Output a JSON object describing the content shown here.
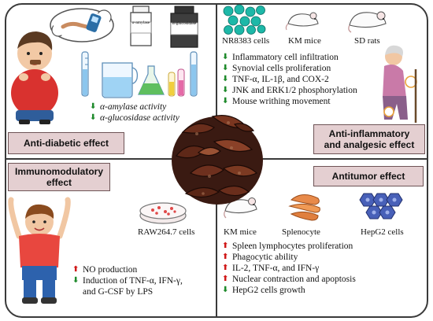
{
  "colors": {
    "up_arrow": "#d01818",
    "down_arrow": "#1e8a2b",
    "title_fill": "#e4cfd1",
    "border": "#3a3a3a"
  },
  "arrows": {
    "up": "⬆",
    "down": "⬇"
  },
  "top_left": {
    "bottle1_label": "α-amylase",
    "bottle2_label": "α-glucosidase",
    "items": [
      {
        "dir": "down",
        "text": "α-amylase activity"
      },
      {
        "dir": "down",
        "text": "α-glucosidase activity"
      }
    ],
    "title": "Anti-diabetic effect"
  },
  "top_right": {
    "models": [
      "NR8383 cells",
      "KM mice",
      "SD rats"
    ],
    "items": [
      {
        "dir": "down",
        "text": "Inflammatory cell infiltration"
      },
      {
        "dir": "down",
        "text": "Synovial cells proliferation"
      },
      {
        "dir": "down",
        "text": "TNF-α, IL-1β, and COX-2"
      },
      {
        "dir": "down",
        "text": "JNK and ERK1/2 phosphorylation"
      },
      {
        "dir": "down",
        "text": "Mouse writhing movement"
      }
    ],
    "title_line1": "Anti-inflammatory",
    "title_line2": "and analgesic effect"
  },
  "bottom_left": {
    "title_line1": "Immunomodulatory",
    "title_line2": "effect",
    "model": "RAW264.7 cells",
    "items": [
      {
        "dir": "up",
        "text": "NO production"
      },
      {
        "dir": "down",
        "text": "Induction of TNF-α, IFN-γ,"
      }
    ],
    "continuation": "and G-CSF by LPS"
  },
  "bottom_right": {
    "title": "Antitumor effect",
    "models": [
      "KM mice",
      "Splenocyte",
      "HepG2 cells"
    ],
    "items": [
      {
        "dir": "up",
        "text": "Spleen lymphocytes proliferation"
      },
      {
        "dir": "up",
        "text": "Phagocytic ability"
      },
      {
        "dir": "up",
        "text": "IL-2, TNF-α, and IFN-γ"
      },
      {
        "dir": "up",
        "text": "Nuclear contraction and apoptosis"
      },
      {
        "dir": "down",
        "text": "HepG2 cells growth"
      }
    ]
  }
}
